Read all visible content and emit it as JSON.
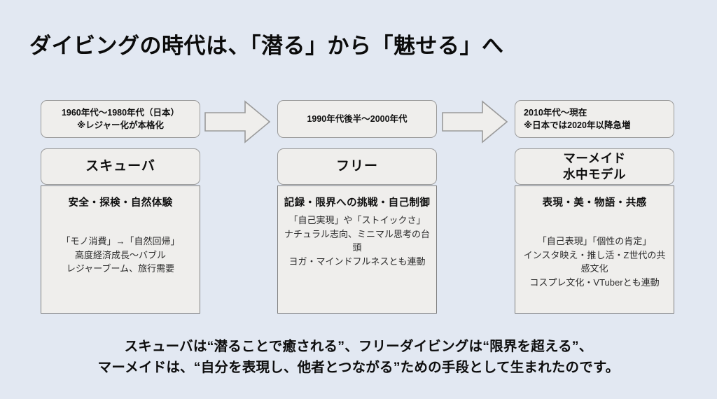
{
  "slide": {
    "title": "ダイビングの時代は、「潜る」から「魅せる」へ",
    "background_color": "#e2e8f2",
    "box_fill_color": "#efeeec",
    "box_border_color": "#9a9a9a"
  },
  "arrows": [
    {
      "name": "arrow-1",
      "direction": "right"
    },
    {
      "name": "arrow-2",
      "direction": "right"
    }
  ],
  "columns": [
    {
      "period": "1960年代〜1980年代（日本）\n※レジャー化が本格化",
      "period_line_1": "1960年代〜1980年代（日本）",
      "period_line_2": "※レジャー化が本格化",
      "period_align": "center",
      "label": "スキューバ",
      "content_heading": "安全・探検・自然体験",
      "content_body_line_1": "「モノ消費」→「自然回帰」",
      "content_body_line_2": "高度経済成長〜バブル",
      "content_body_line_3": "レジャーブーム、旅行需要"
    },
    {
      "period": "1990年代後半〜2000年代",
      "period_line_1": "1990年代後半〜2000年代",
      "period_line_2": "",
      "period_align": "center",
      "label": "フリー",
      "content_heading": "記録・限界への挑戦・自己制御",
      "content_body_line_1": "「自己実現」や「ストイックさ」",
      "content_body_line_2": "ナチュラル志向、ミニマル思考の台頭",
      "content_body_line_3": "ヨガ・マインドフルネスとも連動"
    },
    {
      "period": "2010年代〜現在\n※日本では2020年以降急増",
      "period_line_1": "2010年代〜現在",
      "period_line_2": "※日本では2020年以降急増",
      "period_align": "left",
      "label": "マーメイド\n水中モデル",
      "label_line_1": "マーメイド",
      "label_line_2": "水中モデル",
      "content_heading": "表現・美・物語・共感",
      "content_body_line_1": "「自己表現」「個性の肯定」",
      "content_body_line_2": "インスタ映え・推し活・Z世代の共感文化",
      "content_body_line_3": "コスプレ文化・VTuberとも連動"
    }
  ],
  "caption": {
    "line_1": "スキューバは“潜ることで癒される”、フリーダイビングは“限界を超える”、",
    "line_2": "マーメイドは、“自分を表現し、他者とつながる”ための手段として生まれたのです。"
  }
}
